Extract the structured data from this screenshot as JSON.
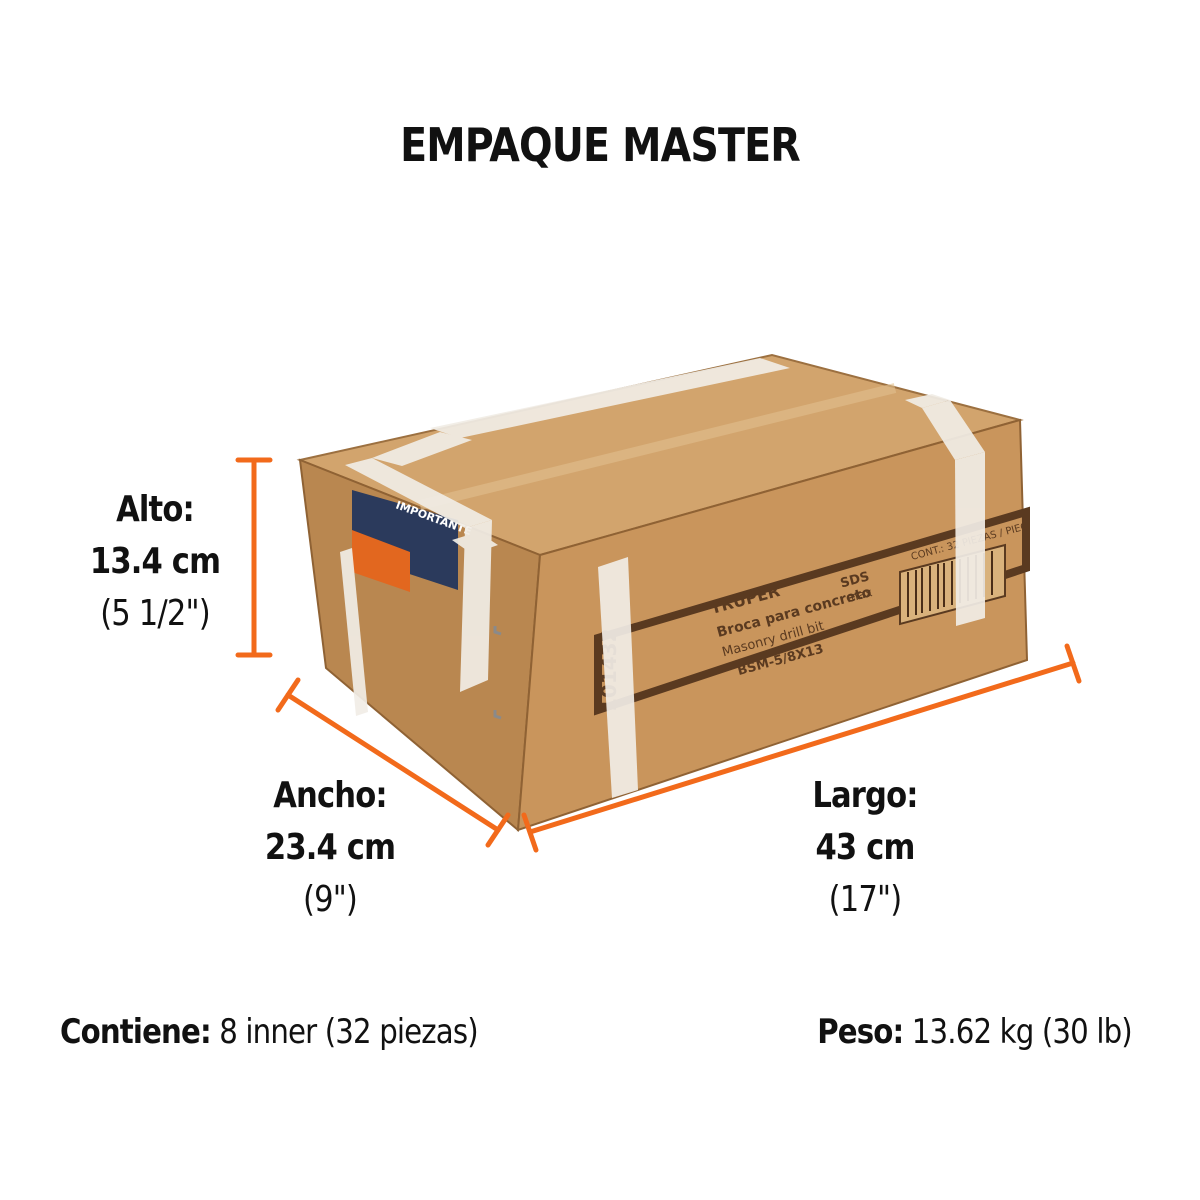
{
  "title": "EMPAQUE MASTER",
  "dimensions": {
    "alto": {
      "label": "Alto:",
      "metric": "13.4 cm",
      "imperial": "(5 1/2\")"
    },
    "ancho": {
      "label": "Ancho:",
      "metric": "23.4 cm",
      "imperial": "(9\")"
    },
    "largo": {
      "label": "Largo:",
      "metric": "43 cm",
      "imperial": "(17\")"
    }
  },
  "contents": {
    "label": "Contiene:",
    "value": " 8 inner (32 piezas)"
  },
  "weight": {
    "label": "Peso:",
    "value": " 13.62 kg (30 lb)"
  },
  "box_print": {
    "brand": "TRUPER",
    "product_es": "Broca para concreto",
    "product_en": "Masonry drill bit",
    "type_line1": "SDS",
    "type_line2": "max",
    "model": "BSM-5/8X13",
    "code": "101432",
    "quantity": "CONT.: 32 PIEZAS / PIEC",
    "sticker_title": "IMPORTANTE"
  },
  "colors": {
    "accent": "#f26a1b",
    "cardboard_front": "#c9955c",
    "cardboard_top": "#d2a46d",
    "cardboard_side": "#b98750",
    "strap": "#f1ede6",
    "print": "#5a3a20",
    "sticker_blue": "#2b3a5c"
  }
}
